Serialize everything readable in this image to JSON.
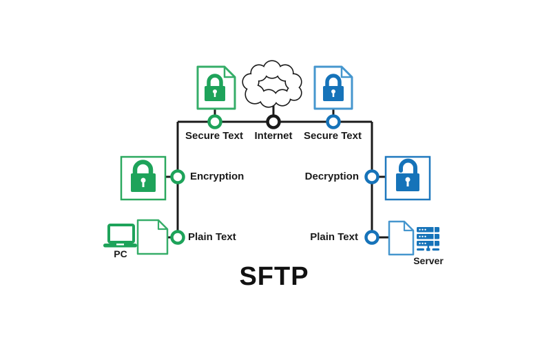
{
  "title": "SFTP",
  "labels": {
    "secure_text_left": "Secure Text",
    "internet": "Internet",
    "secure_text_right": "Secure Text",
    "encryption": "Encryption",
    "decryption": "Decryption",
    "plain_text_left": "Plain Text",
    "plain_text_right": "Plain Text",
    "pc": "PC",
    "server": "Server"
  },
  "colors": {
    "green": "#1EA35A",
    "green_outline": "#35AD68",
    "blue": "#1673B9",
    "blue_outline": "#4596CE",
    "line": "#1A1A1A"
  },
  "icons": {
    "secure_document_left": "locked-document-icon",
    "internet_cloud": "cloud-icon",
    "secure_document_right": "locked-document-icon",
    "encryption": "closed-padlock-icon",
    "decryption": "open-padlock-icon",
    "pc": "laptop-icon",
    "plain_document_left": "document-icon",
    "plain_document_right": "document-icon",
    "server": "server-icon"
  }
}
